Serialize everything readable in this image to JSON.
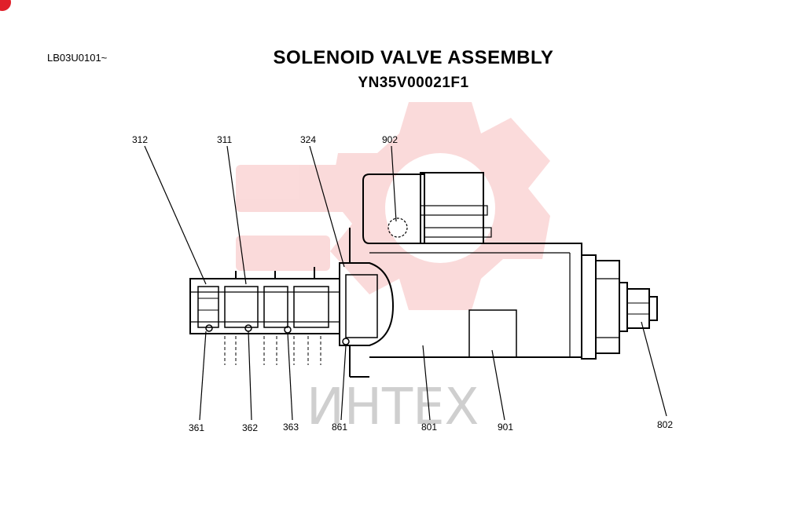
{
  "header": {
    "serial": "LB03U0101~",
    "title": "SOLENOID VALVE ASSEMBLY",
    "part_number": "YN35V00021F1"
  },
  "watermark": {
    "text": "ИНТЕХ",
    "color": "#e83a3a"
  },
  "labels": {
    "p312": "312",
    "p311": "311",
    "p324": "324",
    "p902": "902",
    "p361": "361",
    "p362": "362",
    "p363": "363",
    "p861": "861",
    "p801": "801",
    "p901": "901",
    "p802": "802"
  }
}
